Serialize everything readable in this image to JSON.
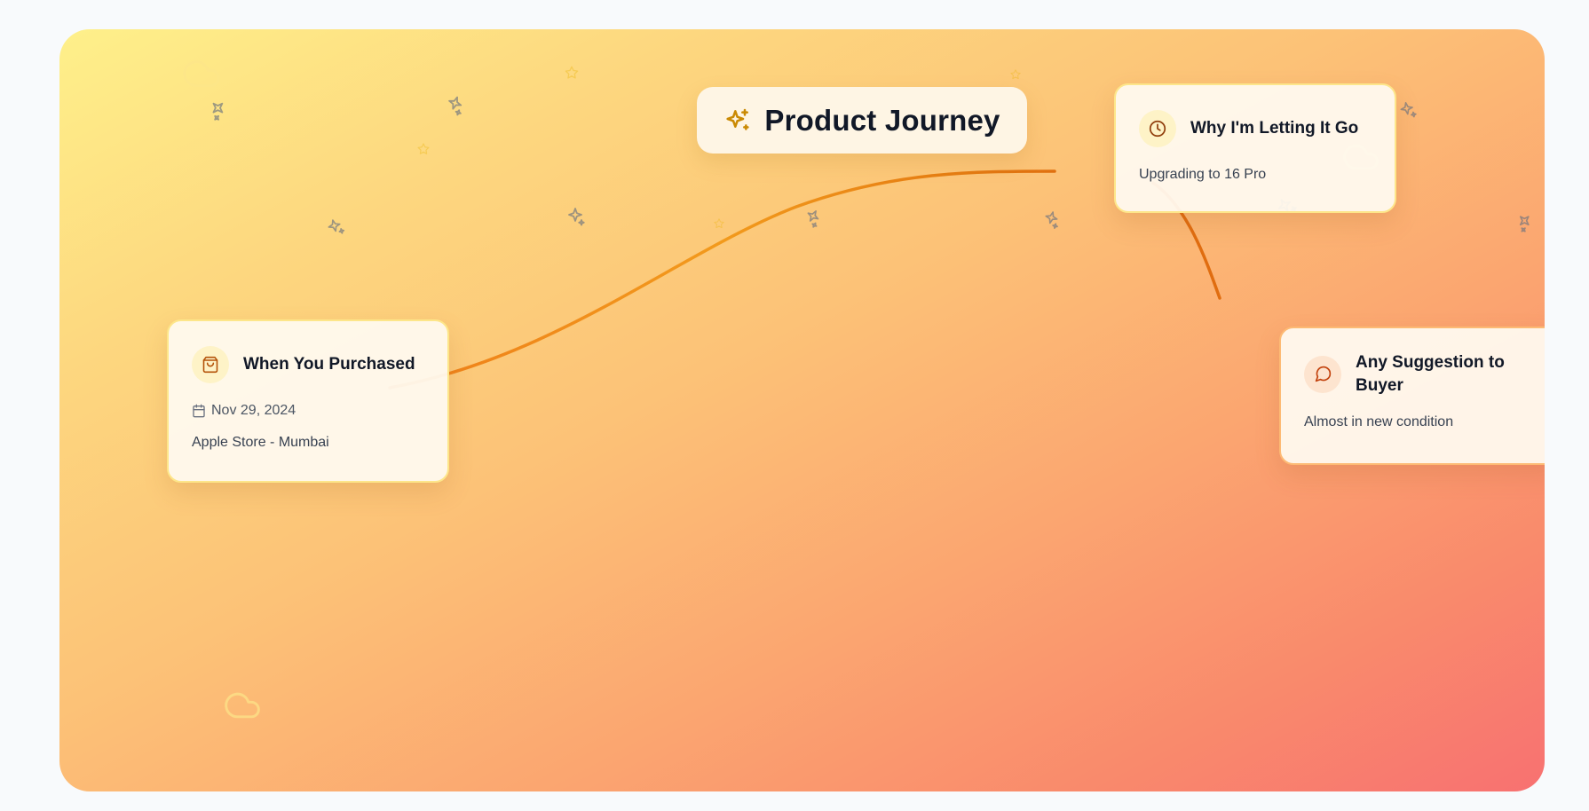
{
  "header": {
    "title": "Product Journey",
    "icon": "sparkles-icon"
  },
  "cards": {
    "purchase": {
      "title": "When You Purchased",
      "icon": "shopping-bag-icon",
      "date_icon": "calendar-icon",
      "date": "Nov 29, 2024",
      "location": "Apple Store - Mumbai"
    },
    "reason": {
      "title": "Why I'm Letting It Go",
      "icon": "clock-icon",
      "text": "Upgrading to 16 Pro"
    },
    "suggestion": {
      "title": "Any Suggestion to Buyer",
      "icon": "message-circle-icon",
      "text": "Almost in new condition"
    }
  },
  "colors": {
    "gradient_start": "#fef08a",
    "gradient_end": "#f87171",
    "path": "#ea8a1c",
    "path_dark": "#e0700f",
    "title_icon": "#ca8a04"
  }
}
